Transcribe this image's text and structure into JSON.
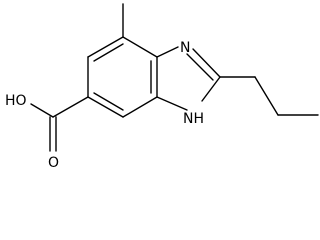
{
  "labels": {
    "carboxylic_oxygen": "O",
    "hydroxyl": "HO",
    "imidazole_n3": "N",
    "imidazole_n1h": "NH"
  },
  "colors": {
    "bond": "#000000",
    "text": "#000000",
    "background": "#ffffff"
  }
}
